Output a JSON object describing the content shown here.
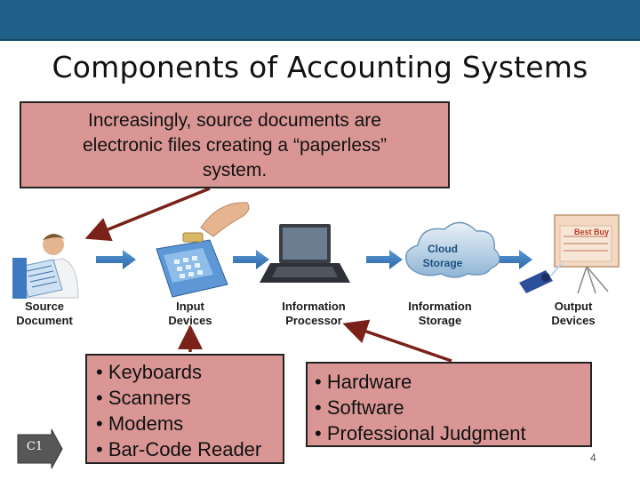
{
  "slide": {
    "title": "Components of Accounting Systems",
    "page_number": "4",
    "objective_tag": "C1"
  },
  "callouts": {
    "top": {
      "lines": [
        "Increasingly, source documents are",
        "electronic files creating a “paperless”",
        "system."
      ]
    },
    "input_devices": {
      "items": [
        "• Keyboards",
        "• Scanners",
        "• Modems",
        "• Bar-Code Reader"
      ]
    },
    "processor": {
      "items": [
        "• Hardware",
        "• Software",
        "• Professional Judgment"
      ]
    }
  },
  "components": [
    {
      "line1": "Source",
      "line2": "Document"
    },
    {
      "line1": "Input",
      "line2": "Devices"
    },
    {
      "line1": "Information",
      "line2": "Processor"
    },
    {
      "line1": "Information",
      "line2": "Storage"
    },
    {
      "line1": "Output",
      "line2": "Devices"
    }
  ],
  "cloud": {
    "line1": "Cloud",
    "line2": "Storage"
  },
  "screen_text": "Best Buy",
  "colors": {
    "topbar": "#1f5f88",
    "callout_fill": "#d99694",
    "arrow_dark": "#7a2219",
    "flow_arrow": "#3f7fc4"
  }
}
